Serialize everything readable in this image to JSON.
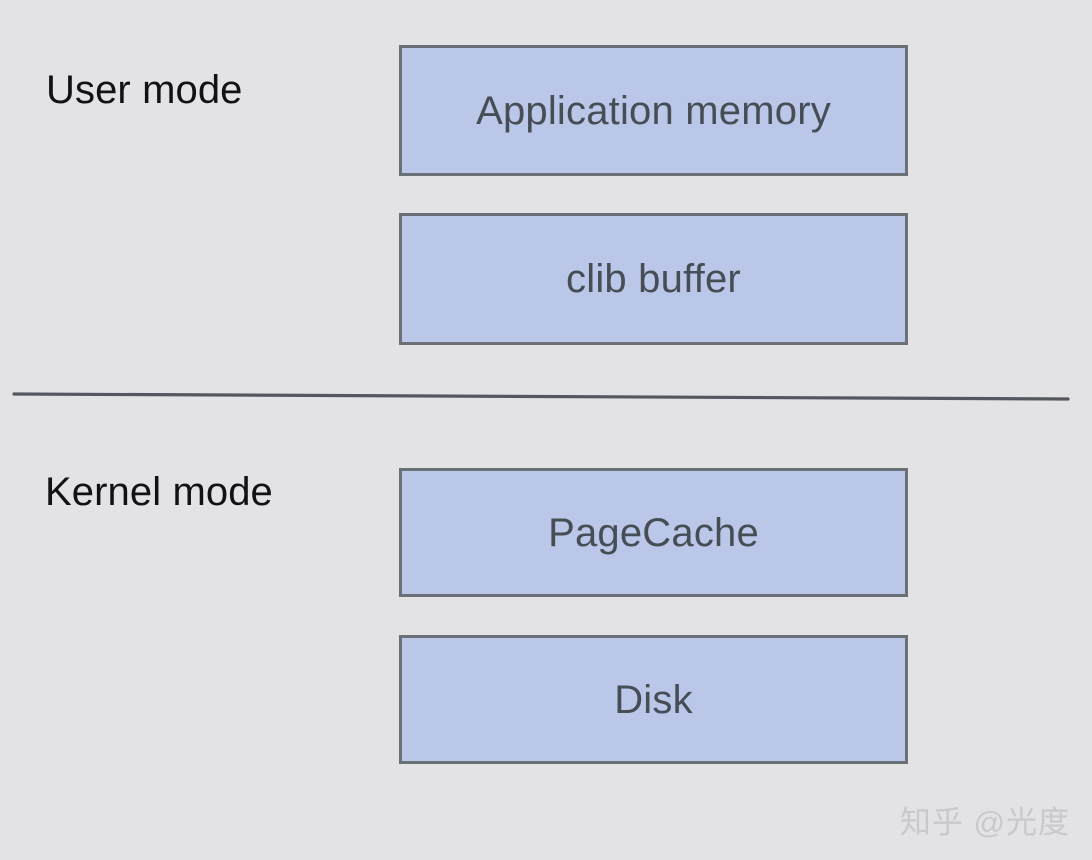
{
  "diagram": {
    "background_color": "#e3e3e5",
    "sections": [
      {
        "id": "user-mode",
        "label": "User mode",
        "boxes": [
          {
            "id": "application-memory",
            "label": "Application memory"
          },
          {
            "id": "clib-buffer",
            "label": "clib buffer"
          }
        ]
      },
      {
        "id": "kernel-mode",
        "label": "Kernel mode",
        "boxes": [
          {
            "id": "pagecache",
            "label": "PageCache"
          },
          {
            "id": "disk",
            "label": "Disk"
          }
        ]
      }
    ],
    "divider": {
      "name": "user-kernel-boundary-line",
      "color": "#54585e"
    },
    "box_style": {
      "fill": "#bac7e8",
      "border": "#6b7077",
      "text_color": "#474d55"
    },
    "label_color": "#111214"
  },
  "watermark": {
    "text": "知乎 @光度",
    "color": "#c9c9cb"
  }
}
